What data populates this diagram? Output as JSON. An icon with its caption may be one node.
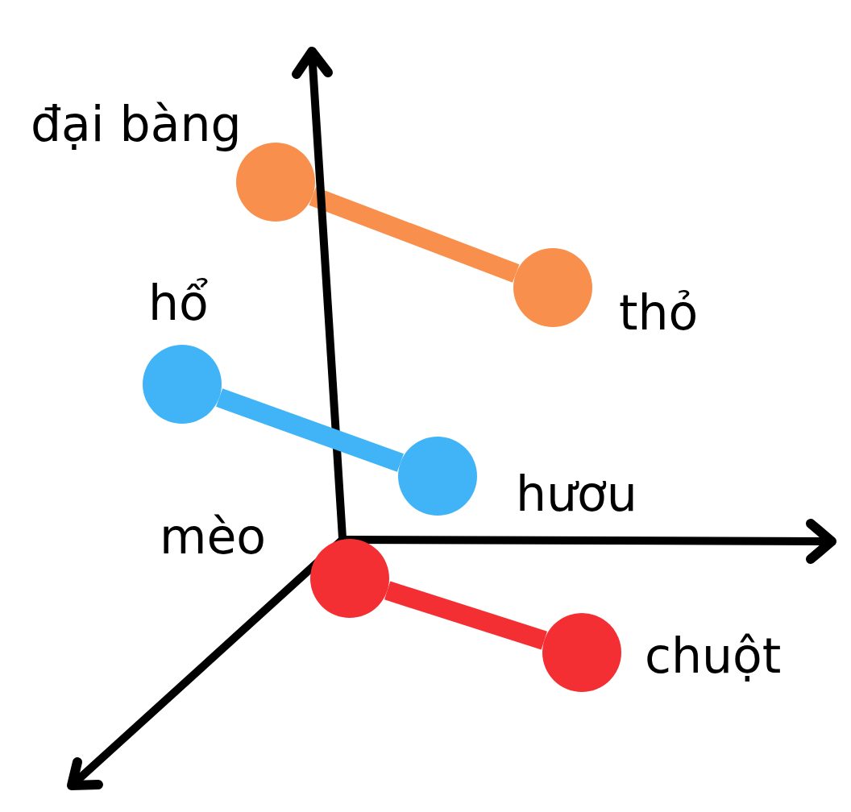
{
  "diagram": {
    "nodes": [
      {
        "text": [],
        "shape": "circle",
        "beside": [
          "đại bàng"
        ]
      },
      {
        "text": [],
        "shape": "circle",
        "beside": [
          "thỏ"
        ]
      },
      {
        "text": [],
        "shape": "circle",
        "beside": [
          "hổ"
        ]
      },
      {
        "text": [],
        "shape": "circle",
        "beside": [
          "hươu"
        ]
      },
      {
        "text": [],
        "shape": "circle",
        "beside": [
          "mèo"
        ]
      },
      {
        "text": [],
        "shape": "circle",
        "beside": [
          "chuột"
        ]
      }
    ],
    "edges": [
      {
        "from": 0,
        "to": 1,
        "arrow": "none",
        "color": "#f98f4c"
      },
      {
        "from": 2,
        "to": 3,
        "arrow": "none",
        "color": "#40b4f6"
      },
      {
        "from": 4,
        "to": 5,
        "arrow": "none",
        "color": "#f42f34"
      }
    ]
  }
}
